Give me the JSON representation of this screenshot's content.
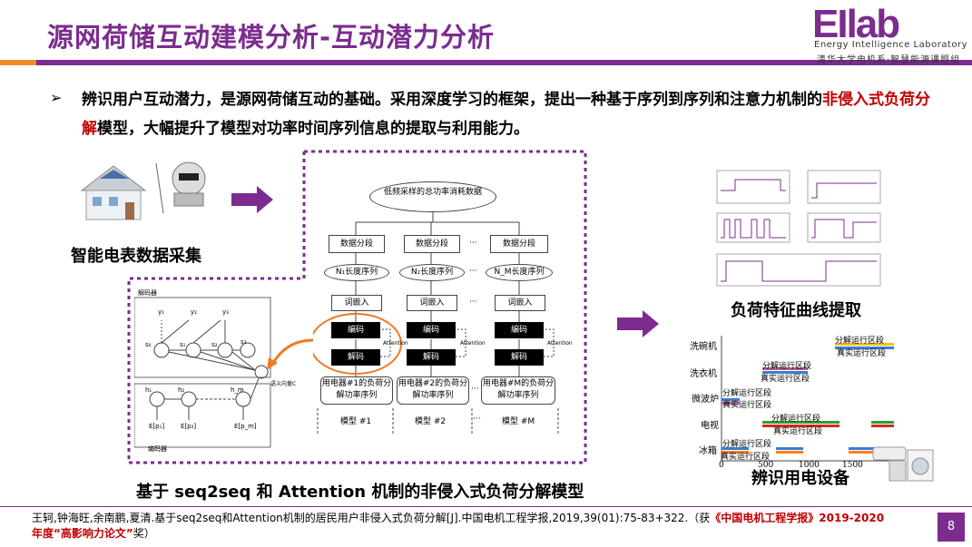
{
  "header": {
    "title": "源网荷储互动建模分析-互动潜力分析",
    "logo_text": "EIlab",
    "logo_sub1": "Energy Intelligence Laboratory",
    "logo_sub2": "清华大学电机系·智慧能源课题组"
  },
  "bullet": {
    "marker": "➢",
    "text_part1": "辨识用户互动潜力，是源网荷储互动的基础。采用深度学习的框架，提出一种基于序列到序列和注意力机制的",
    "highlight": "非侵入式负荷分解",
    "text_part2": "模型，大幅提升了模型对功率时间序列信息的提取与利用能力。"
  },
  "left": {
    "caption": "智能电表数据采集"
  },
  "model": {
    "caption": "基于 seq2seq 和 Attention 机制的非侵入式负荷分解模型",
    "top_node": "低频采样的总功率消耗数据",
    "segment": "数据分段",
    "ellipsis": "···",
    "lengths": [
      "N₁长度序列",
      "N₂长度序列",
      "N_M长度序列"
    ],
    "embed": "词嵌入",
    "encode": "编码",
    "decode": "解码",
    "attention": "Attention",
    "outputs": [
      "用电器#1的负荷分解功率序列",
      "用电器#2的负荷分解功率序列",
      "用电器#M的负荷分解功率序列"
    ],
    "models": [
      "模型 #1",
      "模型 #2",
      "模型 #M"
    ],
    "detail": {
      "decoder_label": "解码器",
      "encoder_label": "编码器",
      "context_label": "语义向量C",
      "y_labels": [
        "y₁",
        "y₂",
        "y₃"
      ],
      "s_labels": [
        "s₀",
        "s₁",
        "s₂",
        "s₃"
      ],
      "h_labels": [
        "h₁",
        "h₂",
        "h_m"
      ],
      "x_labels": [
        "E[p₁]",
        "E[p₂]",
        "E[p_m]"
      ]
    }
  },
  "right": {
    "caption_top": "负荷特征曲线提取",
    "caption_bottom": "辨识用电设备",
    "devices": [
      "洗碗机",
      "洗衣机",
      "微波炉",
      "电视",
      "冰箱"
    ],
    "seg_decomp": "分解运行区段",
    "seg_real": "真实运行区段",
    "x_ticks": [
      "0",
      "500",
      "1000",
      "1500"
    ],
    "colors": {
      "decomp_dishwasher": "#f0c419",
      "real_dishwasher": "#3a7bd5",
      "decomp": "#c06090",
      "tv_green": "#2ca02c",
      "tv_red": "#d62728",
      "fridge_orange": "#ff7f0e"
    }
  },
  "footer": {
    "text_part1": "王轲,钟海旺,余南鹏,夏清.基于seq2seq和Attention机制的居民用户非侵入式负荷分解[J].中国电机工程学报,2019,39(01):75-83+322.（获",
    "highlight": "《中国电机工程学报》2019-2020年度“高影响力论文”",
    "text_part2": "奖）",
    "page_number": "8"
  }
}
